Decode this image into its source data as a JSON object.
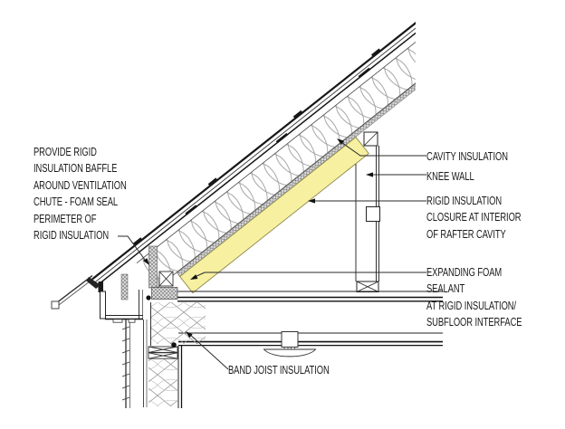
{
  "drawing": {
    "type": "architectural-section-detail",
    "subject": "roof eave / knee wall / floor insulation detail",
    "colors": {
      "background": "#ffffff",
      "line_dark": "#1a1a1a",
      "line_mid": "#555555",
      "batt_stroke": "#999999",
      "hatch_fill": "#d8d8d8",
      "rigid_insulation_yellow": "#f6f0a0"
    },
    "labels": {
      "provide_rigid": "PROVIDE RIGID\nINSULATION BAFFLE\nAROUND VENTILATION\nCHUTE - FOAM SEAL\nPERIMETER OF\nRIGID INSULATION",
      "cavity_insulation": "CAVITY INSULATION",
      "knee_wall": "KNEE WALL",
      "rigid_closure": "RIGID INSULATION\nCLOSURE AT INTERIOR\nOF RAFTER CAVITY",
      "expanding_foam": "EXPANDING FOAM SEALANT\nAT RIGID INSULATION/\nSUBFLOOR INTERFACE",
      "band_joist": "BAND JOIST INSULATION"
    }
  }
}
